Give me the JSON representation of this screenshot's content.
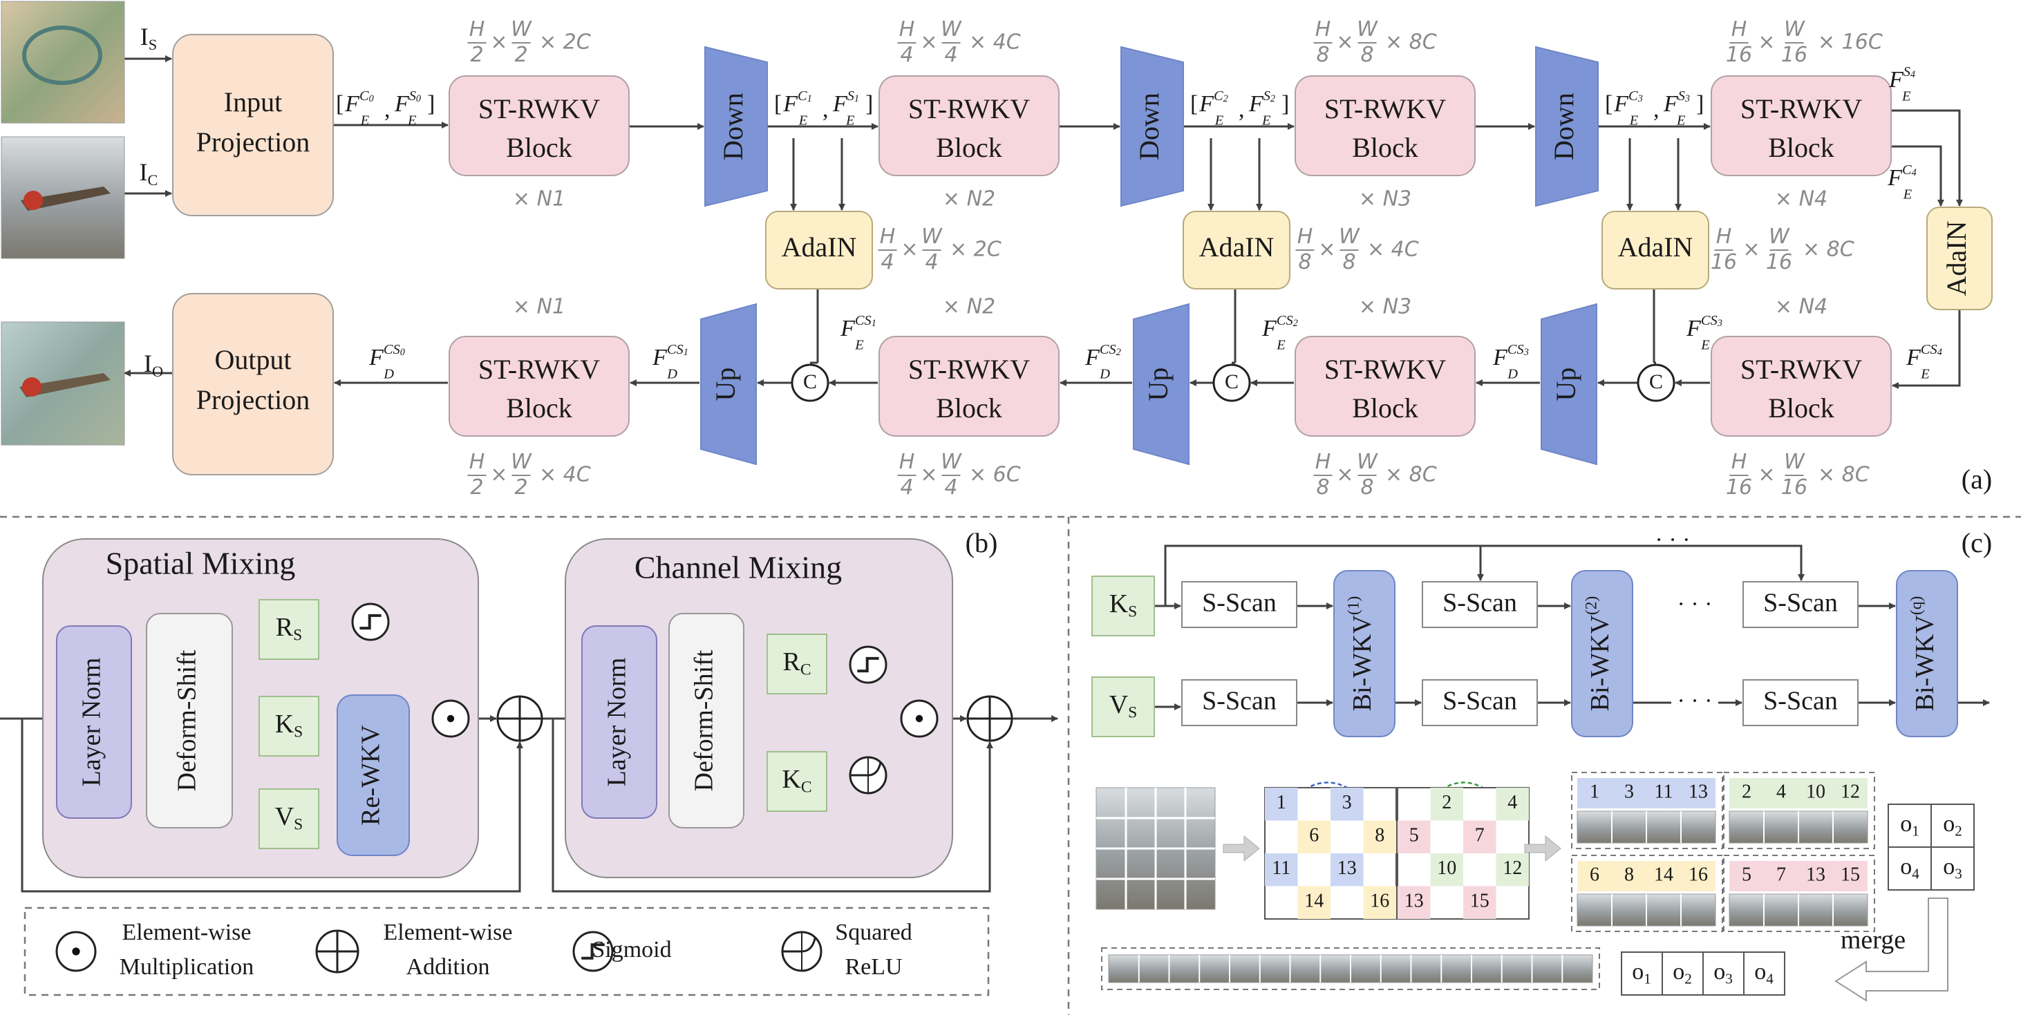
{
  "panel_a": {
    "label": "(a)",
    "inputs": {
      "style": "I",
      "style_sub": "S",
      "content": "I",
      "content_sub": "C",
      "output": "I",
      "output_sub": "O"
    },
    "input_projection": [
      "Input",
      "Projection"
    ],
    "output_projection": [
      "Output",
      "Projection"
    ],
    "block": [
      "ST-RWKV",
      "Block"
    ],
    "down": "Down",
    "up": "Up",
    "adain": "AdaIN",
    "concat": "C",
    "enc_counts": [
      "× N1",
      "× N2",
      "× N3",
      "× N4"
    ],
    "dec_counts": [
      "× N1",
      "× N2",
      "× N3",
      "× N4"
    ],
    "enc_channels": [
      "× 2C",
      "× 4C",
      "× 8C",
      "× 16C"
    ],
    "dec_channels": [
      "× 4C",
      "× 6C",
      "× 8C",
      "× 8C"
    ],
    "adain_channels": [
      "× 2C",
      "× 4C",
      "× 8C"
    ],
    "size_H": "H",
    "size_W": "W",
    "enc_div": [
      "2",
      "4",
      "8",
      "16"
    ],
    "dec_div": [
      "2",
      "4",
      "8",
      "16"
    ],
    "adain_div": [
      "4",
      "8",
      "16"
    ],
    "times": "×"
  },
  "panel_b": {
    "label": "(b)",
    "spatial_title": "Spatial Mixing",
    "channel_title": "Channel Mixing",
    "layer_norm": "Layer Norm",
    "deform_shift": "Deform-Shift",
    "re_wkv": "Re-WKV",
    "spatial_inputs": [
      {
        "base": "R",
        "sub": "S"
      },
      {
        "base": "K",
        "sub": "S"
      },
      {
        "base": "V",
        "sub": "S"
      }
    ],
    "channel_inputs": [
      {
        "base": "R",
        "sub": "C"
      },
      {
        "base": "K",
        "sub": "C"
      }
    ],
    "legend": [
      {
        "label1": "Element-wise",
        "label2": "Multiplication",
        "icon": "dot-circle-icon"
      },
      {
        "label1": "Element-wise",
        "label2": "Addition",
        "icon": "plus-circle-icon"
      },
      {
        "label1": "Sigmoid",
        "label2": "",
        "icon": "sigmoid-icon"
      },
      {
        "label1": "Squared",
        "label2": "ReLU",
        "icon": "squared-relu-icon"
      }
    ]
  },
  "panel_c": {
    "label": "(c)",
    "k_input": {
      "base": "K",
      "sub": "S"
    },
    "v_input": {
      "base": "V",
      "sub": "S"
    },
    "scan": "S-Scan",
    "biwkv": "Bi-WKV",
    "biwkv_sups": [
      "(1)",
      "(2)",
      "(q)"
    ],
    "dots": "· · ·",
    "grid_labels": {
      "blue": [
        "1",
        "3",
        "11",
        "13"
      ],
      "green": [
        "2",
        "4",
        "10",
        "12"
      ],
      "yellow": [
        "6",
        "8",
        "14",
        "16"
      ],
      "pink": [
        "5",
        "7",
        "13",
        "15"
      ]
    },
    "groups": [
      [
        "1",
        "3",
        "11",
        "13"
      ],
      [
        "2",
        "4",
        "10",
        "12"
      ],
      [
        "6",
        "8",
        "14",
        "16"
      ],
      [
        "5",
        "7",
        "13",
        "15"
      ]
    ],
    "outputs_grid": [
      "o",
      "o",
      "o",
      "o"
    ],
    "outputs_grid_subs": [
      "1",
      "2",
      "4",
      "3"
    ],
    "outputs_row_subs": [
      "1",
      "2",
      "3",
      "4"
    ],
    "merge": "merge"
  },
  "colors": {
    "projection": "#fbe3d0",
    "block": "#f7d7de",
    "updown": "#7d95d6",
    "adain": "#fdf0c8",
    "mixing_bg": "#e9dde8",
    "layer_norm": "#c9c6ea",
    "deform": "#f3f3f3",
    "green": "#e2f0d9",
    "re_wkv": "#a9b9e6"
  }
}
